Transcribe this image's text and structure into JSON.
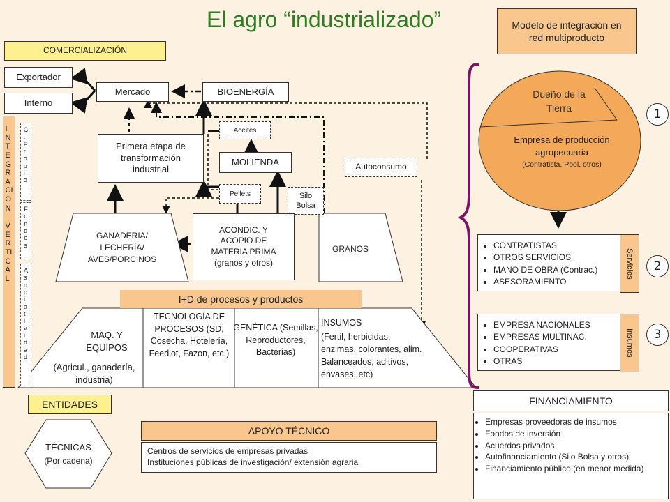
{
  "title": "El agro “industrializado”",
  "model_box": "Modelo de integración en red multiproducto",
  "comercializacion": "COMERCIALIZACIÓN",
  "exportador": "Exportador",
  "interno": "Interno",
  "mercado": "Mercado",
  "bioenergia": "BIOENERGÍA",
  "aceites": "Aceites",
  "molienda": "MOLIENDA",
  "pellets": "Pellets",
  "silo_bolsa": "Silo Bolsa",
  "autoconsumo": "Autoconsumo",
  "primera_etapa": "Primera etapa de transformación industrial",
  "ganaderia": "GANADERIA/ LECHERÍA/ AVES/PORCINOS",
  "acondic": "ACONDIC. Y ACOPIO DE MATERIA PRIMA (granos y otros)",
  "granos": "GRANOS",
  "integracion_letters": [
    "I",
    "N",
    "T",
    "E",
    "G",
    "R",
    "A",
    "CI",
    "Ó",
    "N",
    "",
    "V",
    "E",
    "R",
    "TI",
    "C",
    "A",
    "L"
  ],
  "propio_letters": [
    "C",
    ".",
    "P",
    "r",
    "o",
    "p",
    "i",
    "o"
  ],
  "fondos_letters": [
    "F",
    "o",
    "n",
    "d",
    "o",
    "s"
  ],
  "asoc_letters": [
    "A",
    "s",
    "o",
    "c",
    "i",
    "a",
    "t",
    "i",
    "v",
    "i",
    "d",
    "a",
    "d"
  ],
  "id_bar": "I+D de procesos y productos",
  "maq": "MAQ. Y EQUIPOS",
  "maq_sub": "(Agricul., ganadería, industria)",
  "tecnologia": "TECNOLOGÍA DE PROCESOS (SD, Cosecha, Hotelería, Feedlot, Fazon, etc.)",
  "genetica": "GENÉTICA (Semillas, Reproductores, Bacterias)",
  "insumos_title": "INSUMOS",
  "insumos_body": "(Fertil, herbicidas, enzimas, colorantes, alim. Balanceados, aditivos, envases, etc)",
  "entidades": "ENTIDADES",
  "tecnicas": "TÉCNICAS",
  "tecnicas_sub": "(Por cadena)",
  "apoyo_title": "APOYO TÉCNICO",
  "apoyo_lines": [
    "Centros de servicios de empresas privadas",
    "Instituciones públicas de investigación/ extensión agraria"
  ],
  "circle": {
    "dueno": "Dueño de la Tierra",
    "empresa": "Empresa de producción agropecuaria",
    "empresa_sub": "(Contratista, Pool, otros)"
  },
  "servicios_items": [
    "CONTRATISTAS",
    "OTROS SERVICIOS",
    "MANO DE OBRA (Contrac.)",
    "ASESORAMIENTO"
  ],
  "servicios_label": "Servicios",
  "insumos_items": [
    "EMPRESA NACIONALES",
    "EMPRESAS MULTINAC.",
    "COOPERATIVAS",
    "OTRAS"
  ],
  "insumos_label": "Insumos",
  "numbers": [
    "1",
    "2",
    "3"
  ],
  "financiamiento_title": "FINANCIAMIENTO",
  "financiamiento_items": [
    "Empresas proveedoras de insumos",
    "Fondos de inversión",
    "Acuerdos privados",
    "Autofinanciamiento (Silo Bolsa y otros)",
    "Financiamiento público (en menor medida)"
  ],
  "colors": {
    "title": "#2e7d1f",
    "orange": "#f9c78d",
    "yellow": "#fdf08e",
    "circle": "#f4a95a"
  }
}
